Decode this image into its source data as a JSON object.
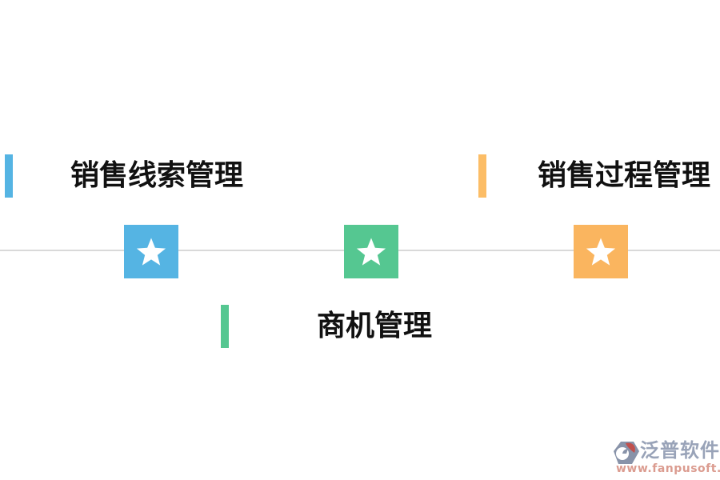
{
  "page": {
    "background_color": "#ffffff",
    "divider_color": "#d9d9d9",
    "text_color": "#111111"
  },
  "sections": [
    {
      "id": "sales-leads",
      "label": "销售线索管理",
      "accent_color": "#55b4e3"
    },
    {
      "id": "sales-process",
      "label": "销售过程管理",
      "accent_color": "#fcbd66"
    },
    {
      "id": "opportunity",
      "label": "商机管理",
      "accent_color": "#55c791"
    }
  ],
  "milestones": [
    {
      "icon": "star-icon",
      "color": "#55b4e3"
    },
    {
      "icon": "star-icon",
      "color": "#55c791"
    },
    {
      "icon": "star-icon",
      "color": "#fab55f"
    }
  ],
  "watermark": {
    "logo_icon": "fanpu-logo-icon",
    "brand": "泛普软件",
    "brand_color": "#99a3b8",
    "url": "www.fanpusoft.com",
    "url_color": "#db9c90"
  }
}
